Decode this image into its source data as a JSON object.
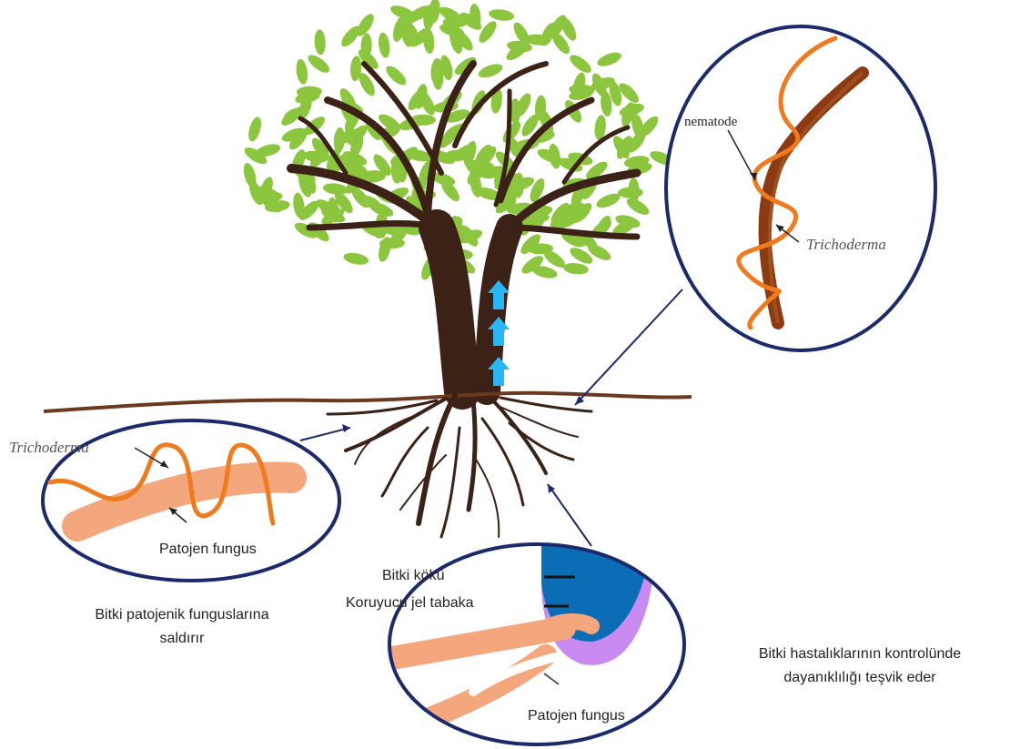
{
  "labels": {
    "nematode": "nematode",
    "trichoderma_top": "Trichoderma",
    "trichoderma_left": "Trichoderma",
    "patojen_left": "Patojen fungus",
    "bitki_koku": "Bitki kökü",
    "koruyucu": "Koruyucu jel tabaka",
    "patojen_bottom": "Patojen fungus",
    "caption_left_line1": "Bitki patojenik funguslarına",
    "caption_left_line2": "saldırır",
    "caption_right_line1": "Bitki hastalıklarının kontrolünde",
    "caption_right_line2": "dayanıklılığı teşvik eder"
  },
  "colors": {
    "leaf": "#8cc63f",
    "trunk": "#3b2116",
    "ground": "#6b3a1e",
    "trichoderma": "#f07a1e",
    "fungus": "#f4a77c",
    "circle_border": "#1a2a6c",
    "arrow_up": "#29b6f6",
    "root_dark": "#0b6db5",
    "gel_layer": "#c98af2"
  }
}
